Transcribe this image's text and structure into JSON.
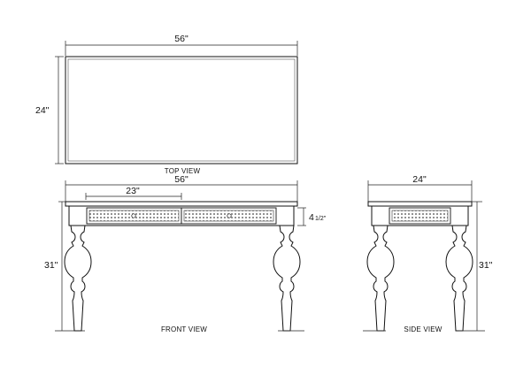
{
  "top_view": {
    "width_label": "56\"",
    "depth_label": "24\"",
    "caption": "TOP  VIEW"
  },
  "front_view": {
    "width_label": "56\"",
    "drawer_width_label": "23\"",
    "drawer_height_label_whole": "4",
    "drawer_height_label_fraction": "1/2\"",
    "height_label": "31\"",
    "caption": "FRONT  VIEW"
  },
  "side_view": {
    "width_label": "24\"",
    "height_label": "31\"",
    "caption": "SIDE  VIEW"
  }
}
